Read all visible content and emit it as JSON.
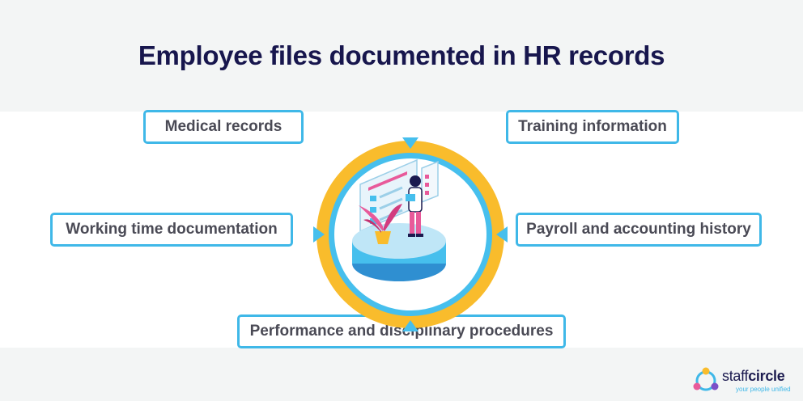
{
  "title": "Employee files documented in HR records",
  "nodes": {
    "medical": "Medical records",
    "training": "Training information",
    "working_time": "Working time documentation",
    "payroll": "Payroll and accounting history",
    "performance": "Performance and disciplinary procedures"
  },
  "logo": {
    "name_light": "staff",
    "name_bold": "circle",
    "tagline": "your people unified"
  },
  "colors": {
    "title": "#17164d",
    "box_border": "#3fb8e8",
    "ring_outer": "#f9bc2c",
    "ring_inner": "#46bfed",
    "band": "#f3f5f5"
  }
}
